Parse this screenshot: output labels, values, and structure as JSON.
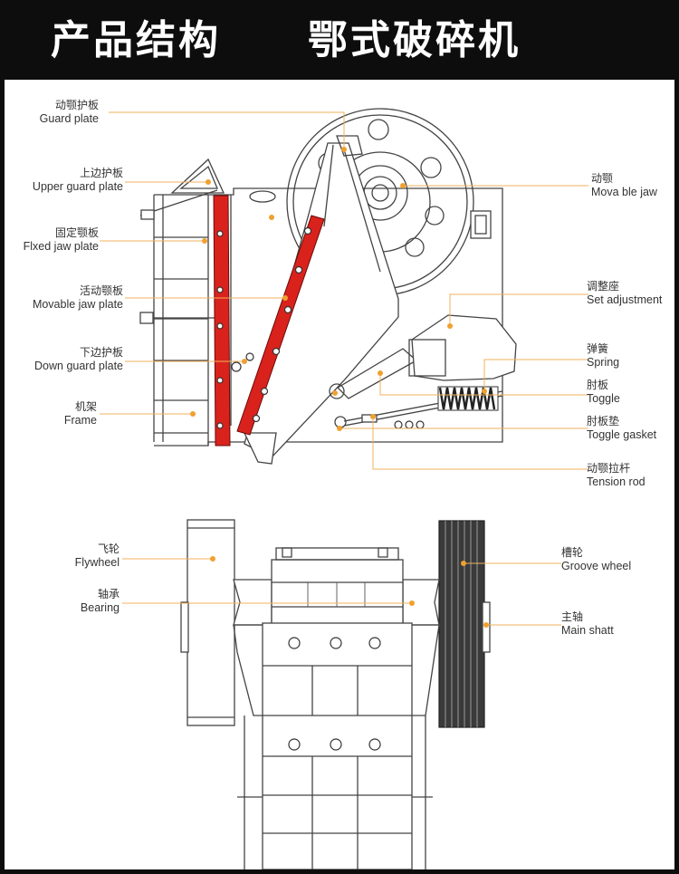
{
  "header": {
    "title_left": "产品结构",
    "title_right": "鄂式破碎机"
  },
  "labels": {
    "guard_plate": {
      "zh": "动颚护板",
      "en": "Guard plate"
    },
    "upper_guard_plate": {
      "zh": "上边护板",
      "en": "Upper guard plate"
    },
    "fixed_jaw_plate": {
      "zh": "固定颚板",
      "en": "Flxed jaw plate"
    },
    "movable_jaw_plate": {
      "zh": "活动颚板",
      "en": "Movable jaw plate"
    },
    "down_guard_plate": {
      "zh": "下边护板",
      "en": "Down guard plate"
    },
    "frame": {
      "zh": "机架",
      "en": "Frame"
    },
    "movable_jaw": {
      "zh": "动颚",
      "en": "Mova ble jaw"
    },
    "set_adjustment": {
      "zh": "调整座",
      "en": "Set adjustment"
    },
    "spring": {
      "zh": "弹簧",
      "en": "Spring"
    },
    "toggle": {
      "zh": "肘板",
      "en": "Toggle"
    },
    "toggle_gasket": {
      "zh": "肘板垫",
      "en": "Toggle gasket"
    },
    "tension_rod": {
      "zh": "动颚拉杆",
      "en": "Tension rod"
    },
    "flywheel": {
      "zh": "飞轮",
      "en": "Flywheel"
    },
    "bearing": {
      "zh": "轴承",
      "en": "Bearing"
    },
    "groove_wheel": {
      "zh": "槽轮",
      "en": "Groove wheel"
    },
    "main_shaft": {
      "zh": "主轴",
      "en": "Main shatt"
    }
  },
  "colors": {
    "background": "#0d0d0d",
    "panel": "#ffffff",
    "jaw_plate": "#d9221c",
    "callout_dot": "#f0a030",
    "callout_line": "#f2b25c",
    "drawing": "#444444"
  }
}
